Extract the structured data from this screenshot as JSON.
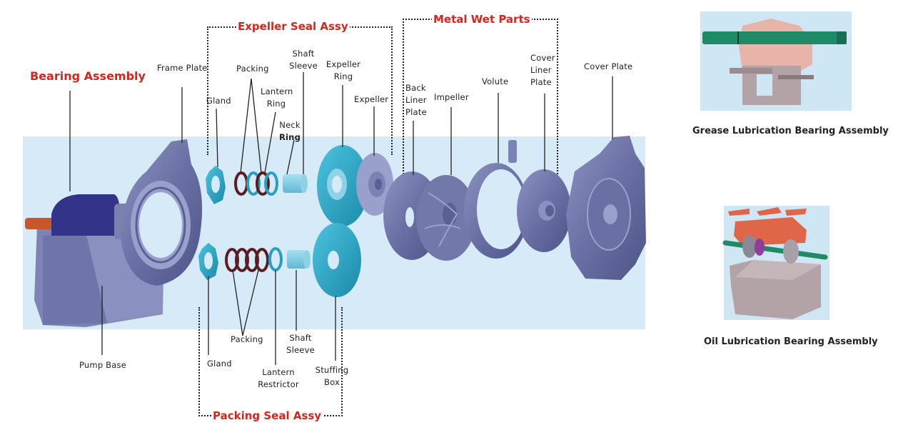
{
  "diagram": {
    "subject": "Slurry pump exploded view",
    "sections": {
      "bearing_assembly": "Bearing Assembly",
      "expeller_seal": "Expeller Seal Assy",
      "metal_wet_parts": "Metal Wet Parts",
      "packing_seal": "Packing Seal Assy"
    },
    "top_labels": {
      "frame_plate": "Frame Plate",
      "gland": "Gland",
      "packing": "Packing",
      "lantern_ring_1": "Lantern",
      "lantern_ring_2": "Ring",
      "neck_ring_1": "Neck",
      "neck_ring_2": "Ring",
      "shaft_sleeve_1": "Shaft",
      "shaft_sleeve_2": "Sleeve",
      "expeller_ring_1": "Expeller",
      "expeller_ring_2": "Ring",
      "expeller": "Expeller",
      "back_liner_1": "Back",
      "back_liner_2": "Liner",
      "back_liner_3": "Plate",
      "impeller": "Impeller",
      "volute": "Volute",
      "cover_liner_1": "Cover",
      "cover_liner_2": "Liner",
      "cover_liner_3": "Plate",
      "cover_plate": "Cover Plate"
    },
    "bottom_labels": {
      "pump_base": "Pump Base",
      "gland": "Gland",
      "packing": "Packing",
      "lantern_restrictor_1": "Lantern",
      "lantern_restrictor_2": "Restrictor",
      "shaft_sleeve_1": "Shaft",
      "shaft_sleeve_2": "Sleeve",
      "stuffing_box_1": "Stuffing",
      "stuffing_box_2": "Box"
    },
    "side_panels": [
      {
        "caption": "Grease Lubrication Bearing Assembly"
      },
      {
        "caption": "Oil Lubrication Bearing Assembly"
      }
    ],
    "colors": {
      "title_red": "#d9241c",
      "band_blue": "#d6eaf8",
      "metal_grey_blue": "#6f76a8",
      "seal_teal": "#2aa0c0",
      "packing_brown": "#5a1e22",
      "shaft_orange": "#c8582a",
      "bearing_navy": "#33338a",
      "shaft_green": "#1f8a66",
      "housing_pink": "#e8b4aa",
      "housing_grey": "#b3a3a6",
      "cap_orange": "#e0664a"
    }
  }
}
